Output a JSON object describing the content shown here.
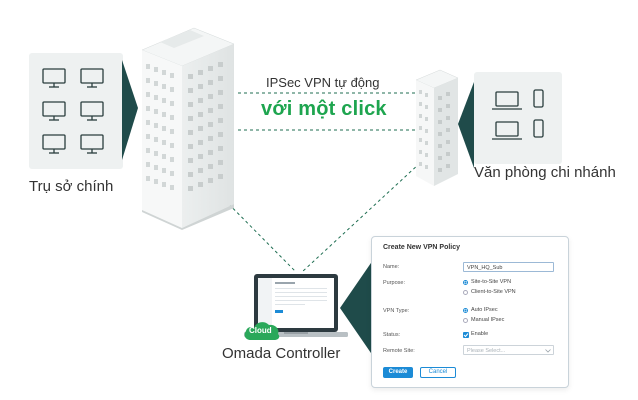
{
  "labels": {
    "headquarters": "Trụ sở chính",
    "branch": "Văn phòng chi nhánh",
    "controller": "Omada Controller",
    "vpn_caption": "IPSec VPN tự động",
    "vpn_emphasis": "với một click",
    "cloud_badge": "Cloud"
  },
  "dialog": {
    "title": "Create New VPN Policy",
    "fields": {
      "name_label": "Name:",
      "name_value": "VPN_HQ_Sub",
      "purpose_label": "Purpose:",
      "purpose_options": [
        "Site-to-Site VPN",
        "Client-to-Site VPN"
      ],
      "purpose_selected": 0,
      "vpn_type_label": "VPN Type:",
      "vpn_type_options": [
        "Auto IPsec",
        "Manual IPsec"
      ],
      "vpn_type_selected": 0,
      "status_label": "Status:",
      "status_value": "Enable",
      "status_checked": true,
      "remote_site_label": "Remote Site:",
      "remote_site_placeholder": "Please Select..."
    },
    "buttons": {
      "create": "Create",
      "cancel": "Cancel"
    }
  },
  "colors": {
    "accent_green": "#1ea54f",
    "dark_teal": "#1f4b4a",
    "primary_blue": "#1c8bd6",
    "panel_gray": "#eef1f1"
  },
  "icons": [
    "monitor-icon",
    "laptop-icon",
    "phone-icon",
    "cloud-icon",
    "chevron-down-icon"
  ]
}
